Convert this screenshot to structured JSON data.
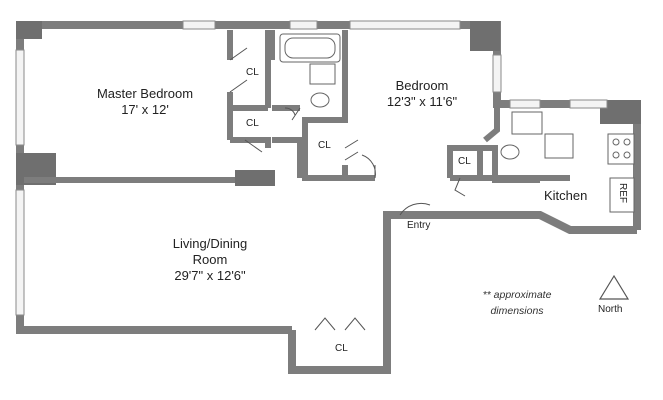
{
  "rooms": {
    "master_bedroom": {
      "name": "Master Bedroom",
      "dims": "17' x 12'"
    },
    "bedroom": {
      "name": "Bedroom",
      "dims": "12'3\" x 11'6\""
    },
    "living": {
      "name_line1": "Living/Dining",
      "name_line2": "Room",
      "dims": "29'7\" x 12'6\""
    },
    "kitchen": {
      "name": "Kitchen"
    }
  },
  "closets": [
    "CL",
    "CL",
    "CL",
    "CL",
    "CL"
  ],
  "fixtures": {
    "fridge": "REF"
  },
  "entry_label": "Entry",
  "note": {
    "line1": "** approximate",
    "line2": "dimensions"
  },
  "compass": {
    "label": "North"
  },
  "colors": {
    "wall": "#7d7d7d",
    "window": "#dcdcdc",
    "line": "#555555"
  }
}
